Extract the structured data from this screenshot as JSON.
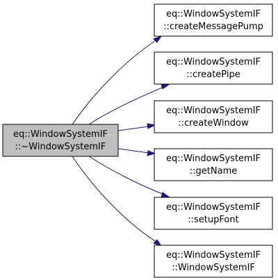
{
  "graph": {
    "source": {
      "line1": "eq::WindowSystemIF",
      "line2": "::~WindowSystemIF",
      "fill": "#bfbfbf",
      "stroke": "#000000"
    },
    "targets": [
      {
        "line1": "eq::WindowSystemIF",
        "line2": "::createMessagePump"
      },
      {
        "line1": "eq::WindowSystemIF",
        "line2": "::createPipe"
      },
      {
        "line1": "eq::WindowSystemIF",
        "line2": "::createWindow"
      },
      {
        "line1": "eq::WindowSystemIF",
        "line2": "::getName"
      },
      {
        "line1": "eq::WindowSystemIF",
        "line2": "::setupFont"
      },
      {
        "line1": "eq::WindowSystemIF",
        "line2": "::WindowSystemIF"
      }
    ],
    "edge_color": "#191970",
    "node_fill": "#ffffff",
    "node_stroke": "#000000"
  }
}
